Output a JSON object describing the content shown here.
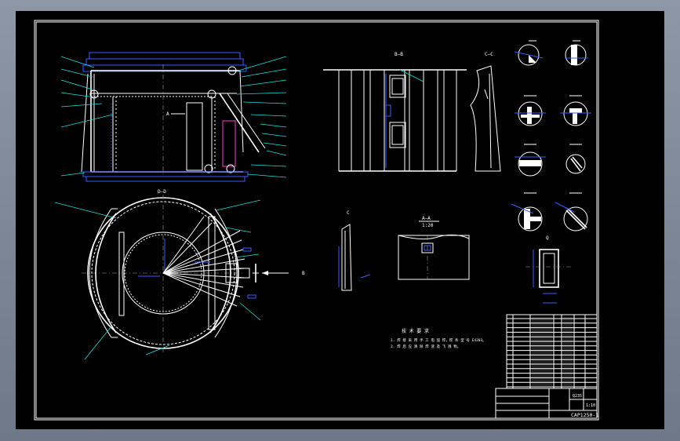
{
  "views": {
    "section_bb": "B—B",
    "section_cc": "C—C",
    "section_dd": "D—D",
    "label_a": "A",
    "label_b": "B",
    "label_c": "C",
    "label_q": "Q",
    "detail_scale_top": "A—A",
    "detail_scale_bottom": "1:20"
  },
  "notes": {
    "title": "技 术 要 求",
    "line1": "1. 焊 接 采 用 手 工 电 弧 焊，焊 条 型 号 E4303。",
    "line2": "2. 焊 后 应 清 除 焊 渣 及 飞 溅 物。"
  },
  "title_block": {
    "drawing_number": "CAP1250-1",
    "material_label": "Q235",
    "scale": "1:10"
  }
}
